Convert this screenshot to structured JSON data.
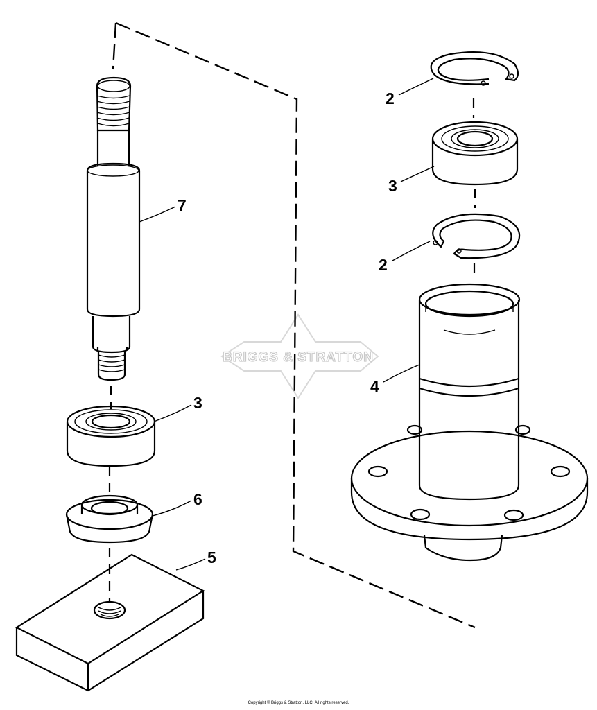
{
  "diagram": {
    "callouts": {
      "retaining_ring_upper": "2",
      "bearing_right": "3",
      "retaining_ring_lower": "2",
      "housing": "4",
      "shaft": "7",
      "bearing_left": "3",
      "washer": "6",
      "block": "5"
    },
    "watermark": "BRIGGS & STRATTON",
    "copyright": "Copyright © Briggs & Stratton, LLC. All rights reserved."
  }
}
